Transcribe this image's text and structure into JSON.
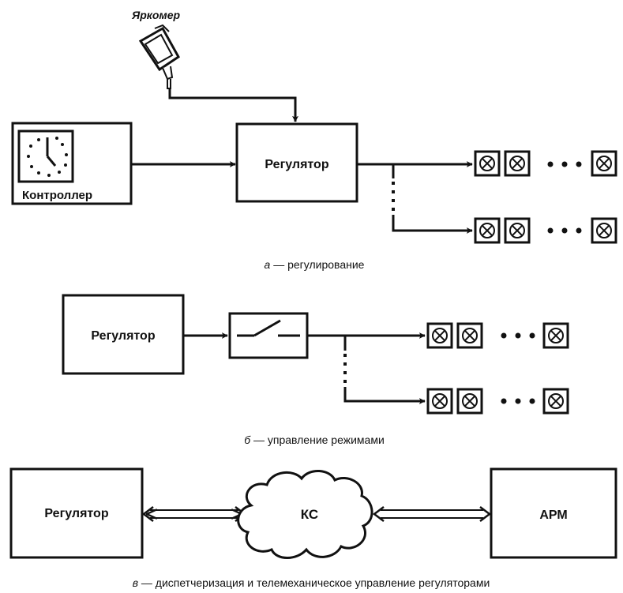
{
  "part_a": {
    "light_meter_label": "Яркомер",
    "controller_label": "Контроллер",
    "regulator_label": "Регулятор",
    "caption_letter": "а",
    "caption_text": " — регулирование"
  },
  "part_b": {
    "regulator_label": "Регулятор",
    "caption_letter": "б",
    "caption_text": " — управление режимами"
  },
  "part_c": {
    "regulator_label": "Регулятор",
    "cloud_label": "КС",
    "arm_label": "АРМ",
    "caption_letter": "в",
    "caption_text": " — диспетчеризация и телемеханическое управление регуляторами"
  },
  "icons": [
    "light-meter-icon",
    "clock-icon",
    "switch-icon",
    "lamp-icon",
    "cloud-icon"
  ]
}
